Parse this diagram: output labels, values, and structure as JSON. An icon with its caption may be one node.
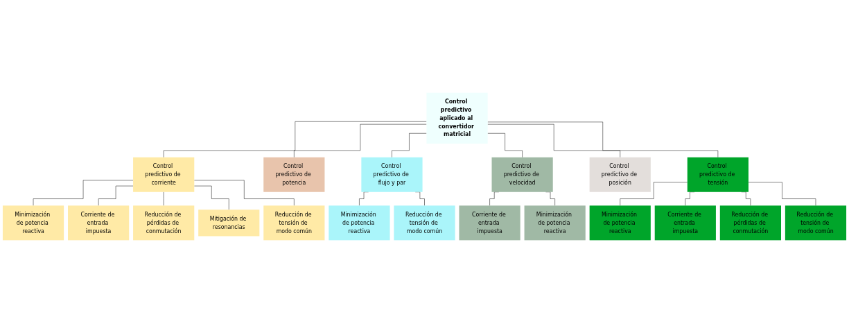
{
  "diagram": {
    "nodes": [
      {
        "text": [
          "Control predictivo aplicado al convertidor matricial"
        ]
      },
      {
        "text": [
          "Control predictivo de corriente"
        ]
      },
      {
        "text": [
          "Control predictivo de potencia"
        ]
      },
      {
        "text": [
          "Control predictivo de flujo y par"
        ]
      },
      {
        "text": [
          "Control predictivo de velocidad"
        ]
      },
      {
        "text": [
          "Control predictivo de posición"
        ]
      },
      {
        "text": [
          "Control predictivo de tensión"
        ]
      },
      {
        "text": [
          "Minimización de potencia reactiva"
        ]
      },
      {
        "text": [
          "Corriente de entrada impuesta"
        ]
      },
      {
        "text": [
          "Reducción de pérdidas de conmutación"
        ]
      },
      {
        "text": [
          "Mitigación de resonancias"
        ]
      },
      {
        "text": [
          "Reducción de tensión de modo común"
        ]
      },
      {
        "text": [
          "Minimización de potencia reactiva"
        ]
      },
      {
        "text": [
          "Reducción de tensión de modo común"
        ]
      },
      {
        "text": [
          "Corriente de entrada impuesta"
        ]
      },
      {
        "text": [
          "Minimización de potencia reactiva"
        ]
      },
      {
        "text": [
          "Minimización de potencia reactiva"
        ]
      },
      {
        "text": [
          "Corriente de entrada impuesta"
        ]
      },
      {
        "text": [
          "Reducción de pérdidas de conmutación"
        ]
      },
      {
        "text": [
          "Reducción de tensión de modo común"
        ]
      }
    ],
    "edges": [
      {
        "from": 0,
        "to": 1,
        "arrow": "none"
      },
      {
        "from": 0,
        "to": 2,
        "arrow": "none"
      },
      {
        "from": 0,
        "to": 3,
        "arrow": "none"
      },
      {
        "from": 0,
        "to": 4,
        "arrow": "none"
      },
      {
        "from": 0,
        "to": 5,
        "arrow": "none"
      },
      {
        "from": 0,
        "to": 6,
        "arrow": "none"
      },
      {
        "from": 1,
        "to": 7,
        "arrow": "none"
      },
      {
        "from": 1,
        "to": 8,
        "arrow": "none"
      },
      {
        "from": 1,
        "to": 9,
        "arrow": "none"
      },
      {
        "from": 1,
        "to": 10,
        "arrow": "none"
      },
      {
        "from": 1,
        "to": 11,
        "arrow": "none"
      },
      {
        "from": 3,
        "to": 12,
        "arrow": "none"
      },
      {
        "from": 3,
        "to": 13,
        "arrow": "none"
      },
      {
        "from": 4,
        "to": 14,
        "arrow": "none"
      },
      {
        "from": 4,
        "to": 15,
        "arrow": "none"
      },
      {
        "from": 6,
        "to": 16,
        "arrow": "none"
      },
      {
        "from": 6,
        "to": 17,
        "arrow": "none"
      },
      {
        "from": 6,
        "to": 18,
        "arrow": "none"
      },
      {
        "from": 6,
        "to": 19,
        "arrow": "none"
      }
    ]
  }
}
